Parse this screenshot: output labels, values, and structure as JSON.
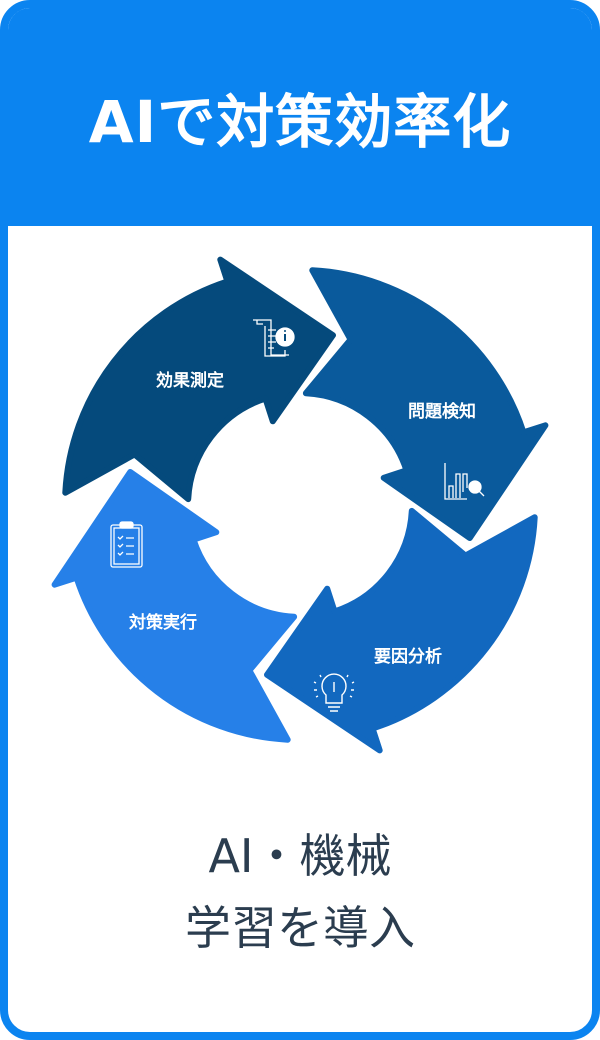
{
  "header": {
    "title": "AIで対策効率化"
  },
  "cycle": {
    "steps": [
      {
        "label": "効果測定",
        "icon": "document-info-icon",
        "color": "#054a7c"
      },
      {
        "label": "問題検知",
        "icon": "chart-search-icon",
        "color": "#0a5a9c"
      },
      {
        "label": "要因分析",
        "icon": "lightbulb-icon",
        "color": "#1268bf"
      },
      {
        "label": "対策実行",
        "icon": "clipboard-checklist-icon",
        "color": "#2680e8"
      }
    ]
  },
  "footer": {
    "line1": "AI・機械",
    "line2": "学習を導入"
  }
}
